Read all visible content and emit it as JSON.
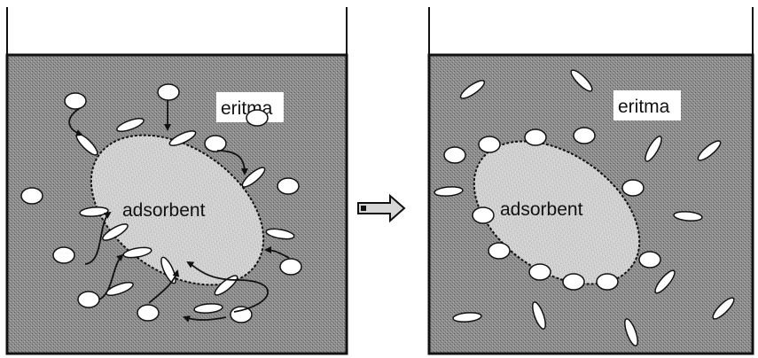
{
  "left_panel": {
    "solution_label": "eritma",
    "adsorbent_label": "adsorbent"
  },
  "right_panel": {
    "solution_label": "eritma",
    "adsorbent_label": "adsorbent"
  },
  "transition_arrow": "right-arrow-icon",
  "colors": {
    "liquid": "#8c8c8c",
    "adsorbent": "#cfcfcf",
    "particle": "#ffffff",
    "outline": "#111111",
    "label_box": "#ffffff"
  }
}
